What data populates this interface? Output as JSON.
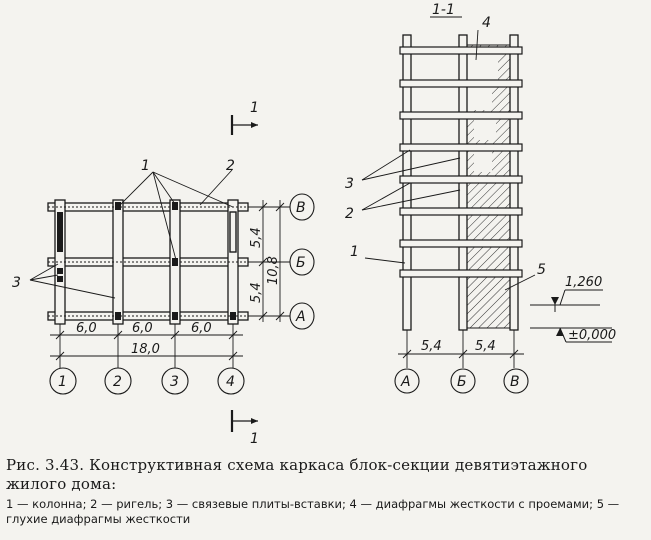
{
  "plan": {
    "section_mark": "1",
    "callouts": {
      "c1": "1",
      "c2": "2",
      "c3": "3"
    },
    "bays": [
      "6,0",
      "6,0",
      "6,0"
    ],
    "total_length": "18,0",
    "spans": [
      "5,4",
      "5,4"
    ],
    "total_width": "10,8",
    "row_axes": [
      "В",
      "Б",
      "А"
    ],
    "column_axes": [
      "1",
      "2",
      "3",
      "4"
    ]
  },
  "section": {
    "title": "1-1",
    "callouts": {
      "c1": "1",
      "c2": "2",
      "c3": "3",
      "c4": "4",
      "c5": "5"
    },
    "spans": [
      "5,4",
      "5,4"
    ],
    "axes": [
      "А",
      "Б",
      "В"
    ],
    "elevation_top": "1,260",
    "elevation_zero": "±0,000"
  },
  "caption": {
    "title": "Рис. 3.43. Конструктивная схема каркаса блок-секции девятиэтажного жилого дома:",
    "legend": "1 — колонна; 2 — ригель; 3 — связевые плиты-вставки; 4 — диафрагмы жесткости с проемами; 5 — глухие диафрагмы жесткости"
  }
}
